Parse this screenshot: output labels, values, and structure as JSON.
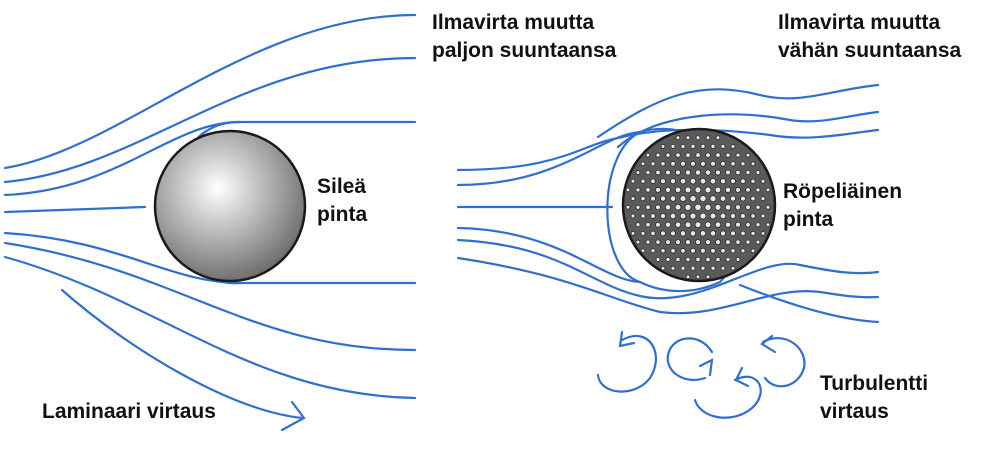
{
  "colors": {
    "flow_line": "#2f6fd0",
    "smooth_ball_light": "#ffffff",
    "smooth_ball_dark": "#6a6a6a",
    "rough_ball_base": "#5a5a5a",
    "dimple": "#e8e8e8"
  },
  "labels": {
    "left_top_line1": "Ilmavirta muutta",
    "left_top_line2": "paljon suuntaansa",
    "right_top_line1": "Ilmavirta muutta",
    "right_top_line2": "vähän suuntaansa",
    "smooth_line1": "Sileä",
    "smooth_line2": "pinta",
    "rough_line1": "Röpeliäinen",
    "rough_line2": "pinta",
    "laminar": "Laminaari virtaus",
    "turbulent_line1": "Turbulentti",
    "turbulent_line2": "virtaus"
  },
  "icons": {
    "smooth_ball": "smooth-sphere-icon",
    "rough_ball": "dimpled-sphere-icon",
    "laminar_arrow": "arrow-icon",
    "eddies": "curl-arrow-icon"
  }
}
